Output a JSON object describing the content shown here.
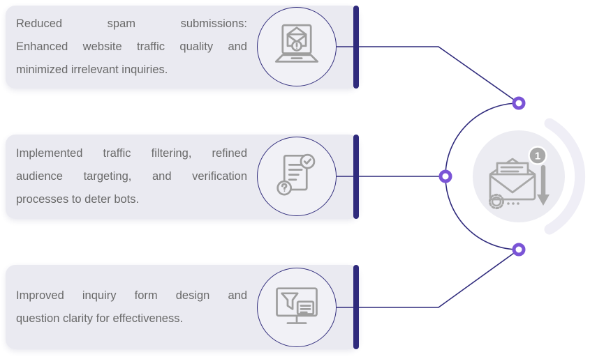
{
  "cards": [
    {
      "icon": "laptop-spam-email-icon",
      "lines": [
        "Reduced spam submissions:",
        "Enhanced website traffic quality and",
        "minimized irrelevant inquiries."
      ]
    },
    {
      "icon": "document-verification-icon",
      "lines": [
        "Implemented traffic filtering, refined",
        "audience targeting, and verification",
        "processes to deter bots."
      ]
    },
    {
      "icon": "form-design-funnel-icon",
      "lines": [
        "Improved inquiry form design and",
        "question clarity for effectiveness."
      ]
    }
  ],
  "hub": {
    "icon": "email-notification-icon",
    "badge": "1"
  },
  "colors": {
    "card_background": "#eaeaf1",
    "accent_bar": "#2f2a7c",
    "connector_line": "#2f2a7c",
    "node_ring": "#7a54d6",
    "icon_gray": "#9e9e9e",
    "hub_icon_gray": "#a8a8a8",
    "text": "#696969"
  }
}
